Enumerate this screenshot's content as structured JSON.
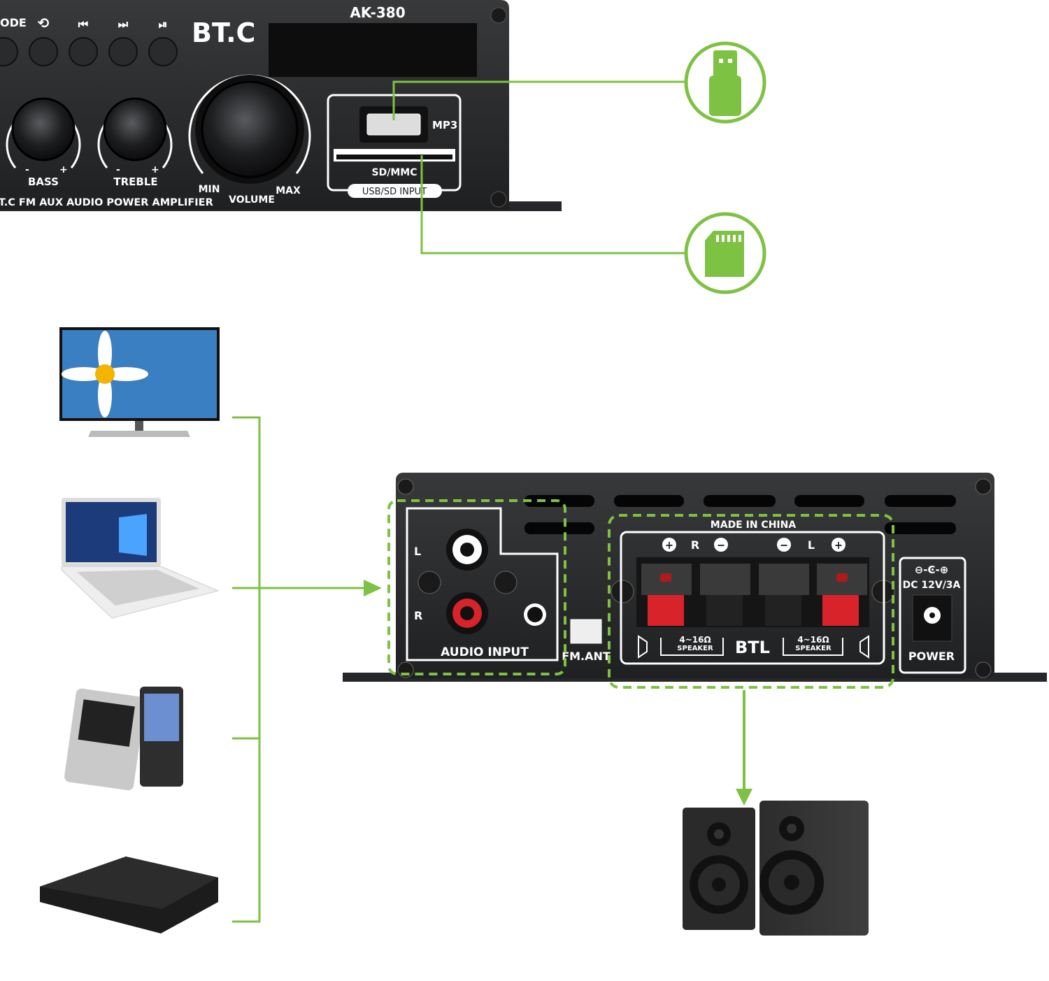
{
  "colors": {
    "accent_green": "#7dc242",
    "panel": "#2a2b2d",
    "label": "#ffffff",
    "red_terminal": "#d8232a"
  },
  "front_panel": {
    "model": "AK-380",
    "brand": "BT.C",
    "mode_label": "ODE",
    "button_icons": [
      "repeat-icon",
      "previous-track-icon",
      "next-track-icon",
      "play-pause-icon"
    ],
    "bass_label": "BASS",
    "treble_label": "TREBLE",
    "minus": "-",
    "plus": "+",
    "volume_label": "VOLUME",
    "min_label": "MIN",
    "max_label": "MAX",
    "product_line": "T.C FM AUX AUDIO POWER AMPLIFIER",
    "mp3_label": "MP3",
    "sd_label": "SD/MMC",
    "input_badge": "USB/SD INPUT"
  },
  "callouts": {
    "usb_icon": "usb-stick-icon",
    "sd_icon": "sd-card-icon"
  },
  "sources": [
    "tv",
    "laptop",
    "mp3-player",
    "dvd-player"
  ],
  "rear_panel": {
    "left_label": "L",
    "right_label": "R",
    "audio_input": "AUDIO INPUT",
    "fm_ant": "FM.ANT",
    "made_in": "MADE IN CHINA",
    "terminal_signs": [
      "+",
      "R",
      "−",
      "−",
      "L",
      "+"
    ],
    "impedance": "4~16Ω",
    "speaker": "SPEAKER",
    "btl": "BTL",
    "dc_label": "DC 12V/3A",
    "power_label": "POWER"
  },
  "output": "speakers"
}
